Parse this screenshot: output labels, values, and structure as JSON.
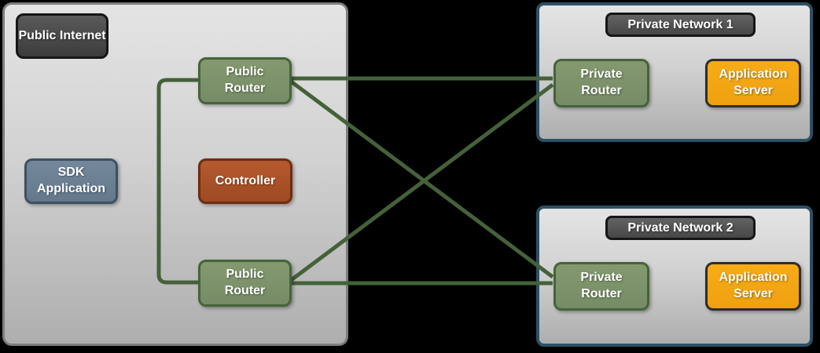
{
  "diagram": {
    "public_internet": {
      "label": "Public Internet",
      "sdk_application_label": "SDK Application",
      "controller_label": "Controller",
      "router_top_label": "Public Router",
      "router_bottom_label": "Public Router"
    },
    "private_network_1": {
      "label": "Private Network 1",
      "router_label": "Private Router",
      "server_label": "Application Server"
    },
    "private_network_2": {
      "label": "Private Network 2",
      "router_label": "Private Router",
      "server_label": "Application Server"
    },
    "links": [
      "public-router-top to private-router-1",
      "public-router-top to private-router-2",
      "public-router-bottom to private-router-1",
      "public-router-bottom to private-router-2",
      "public-router-top to public-router-bottom"
    ],
    "colors": {
      "router_green_fill": "#7c926c",
      "router_green_border": "#45633b",
      "link_green": "#44613a",
      "controller_fill": "#a94f28",
      "controller_border": "#6f2c12",
      "sdk_fill": "#6c7f92",
      "sdk_border": "#3e5063",
      "server_fill": "#f3a512",
      "server_border": "#2d2d2d",
      "badge_fill": "#424242",
      "private_zone_border": "#2d5063",
      "public_zone_border": "#7d7d7d",
      "zone_fill_top": "#e4e4e4",
      "zone_fill_bottom": "#aeaeae",
      "background": "#000000"
    }
  }
}
